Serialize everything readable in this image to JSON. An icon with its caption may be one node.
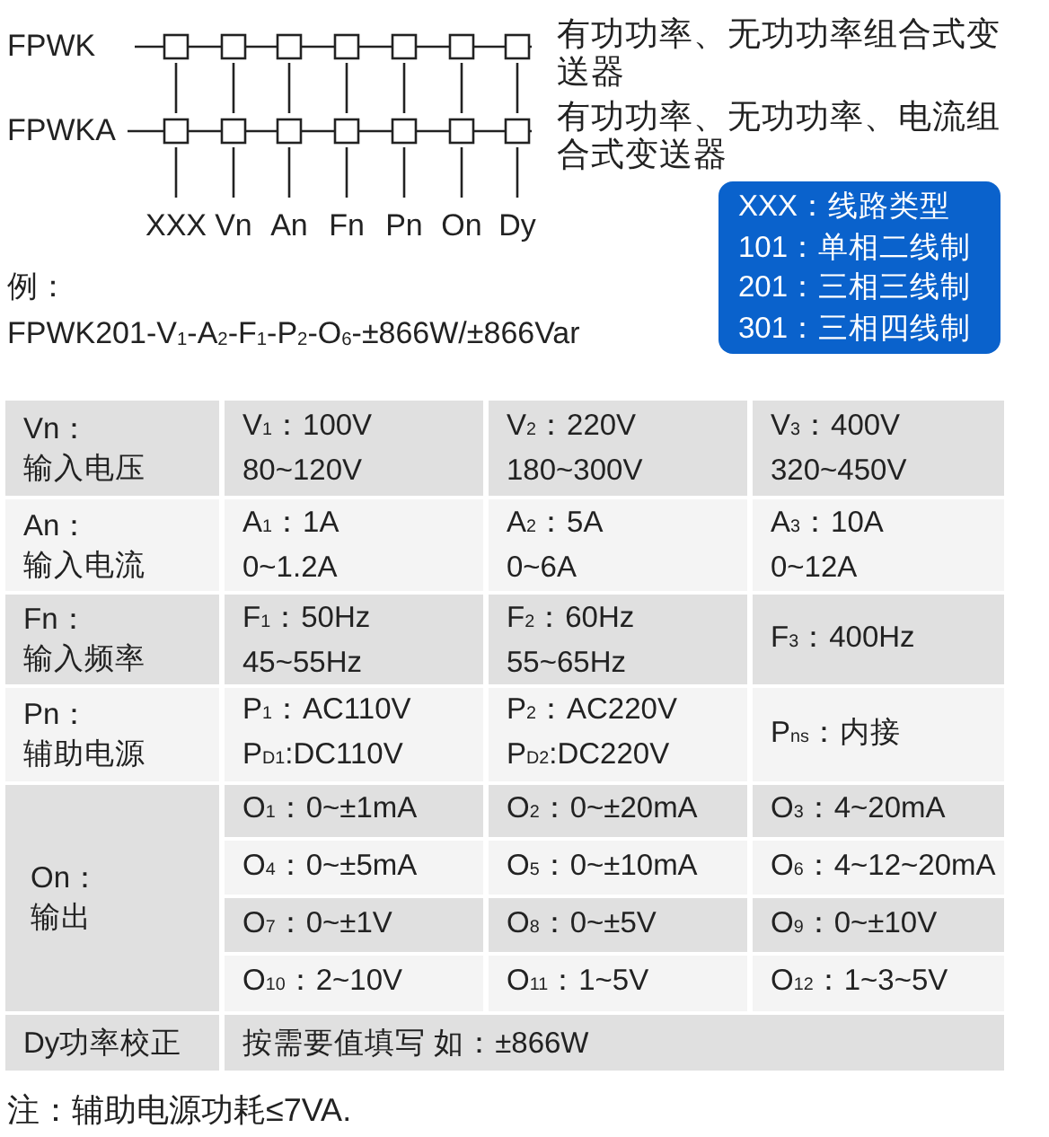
{
  "diagram": {
    "nodes": [
      {
        "text": [
          "XXX：线路类型",
          "101：单相二线制",
          "201：三相三线制",
          "301：三相四线制"
        ]
      }
    ],
    "labels": [
      "FPWK",
      "有功功率、无功功率组合式变送器",
      "FPWKA",
      "有功功率、无功功率、电流组合式变送器",
      "XXX",
      "Vn",
      "An",
      "Fn",
      "Pn",
      "On",
      "Dy",
      "例：",
      "FPWK201-V$_{1}$-A$_{2}$-F$_{1}$-P$_{2}$-O$_{6}$-±866W/±866Var",
      "Vn：",
      "输入电压",
      "V$_{1}$：100V",
      "80~120V",
      "V$_{2}$：220V",
      "180~300V",
      "V$_{3}$：400V",
      "320~450V",
      "An：",
      "输入电流",
      "A$_{1}$：1A",
      "0~1.2A",
      "A$_{2}$：5A",
      "0~6A",
      "A$_{3}$：10A",
      "0~12A",
      "Fn：",
      "输入频率",
      "F$_{1}$：50Hz",
      "45~55Hz",
      "F$_{2}$：60Hz",
      "55~65Hz",
      "F$_{3}$：400Hz",
      "Pn：",
      "辅助电源",
      "P$_{1}$：AC110V",
      "P$_{D1}$:DC110V",
      "P$_{2}$：AC220V",
      "P$_{D2}$:DC220V",
      "P$_{ns}$：内接",
      "On：",
      "输出",
      "O$_{1}$：0~±1mA",
      "O$_{2}$：0~±20mA",
      "O$_{3}$：4~20mA",
      "O$_{4}$：0~±5mA",
      "O$_{5}$：0~±10mA",
      "O$_{6}$：4~12~20mA",
      "O$_{7}$：0~±1V",
      "O$_{8}$：0~±5V",
      "O$_{9}$：0~±10V",
      "O$_{10}$：2~10V",
      "O$_{11}$：1~5V",
      "O$_{12}$：1~3~5V",
      "Dy功率校正",
      "按需要值填写  如：±866W",
      "注：辅助电源功耗≤7VA."
    ]
  }
}
